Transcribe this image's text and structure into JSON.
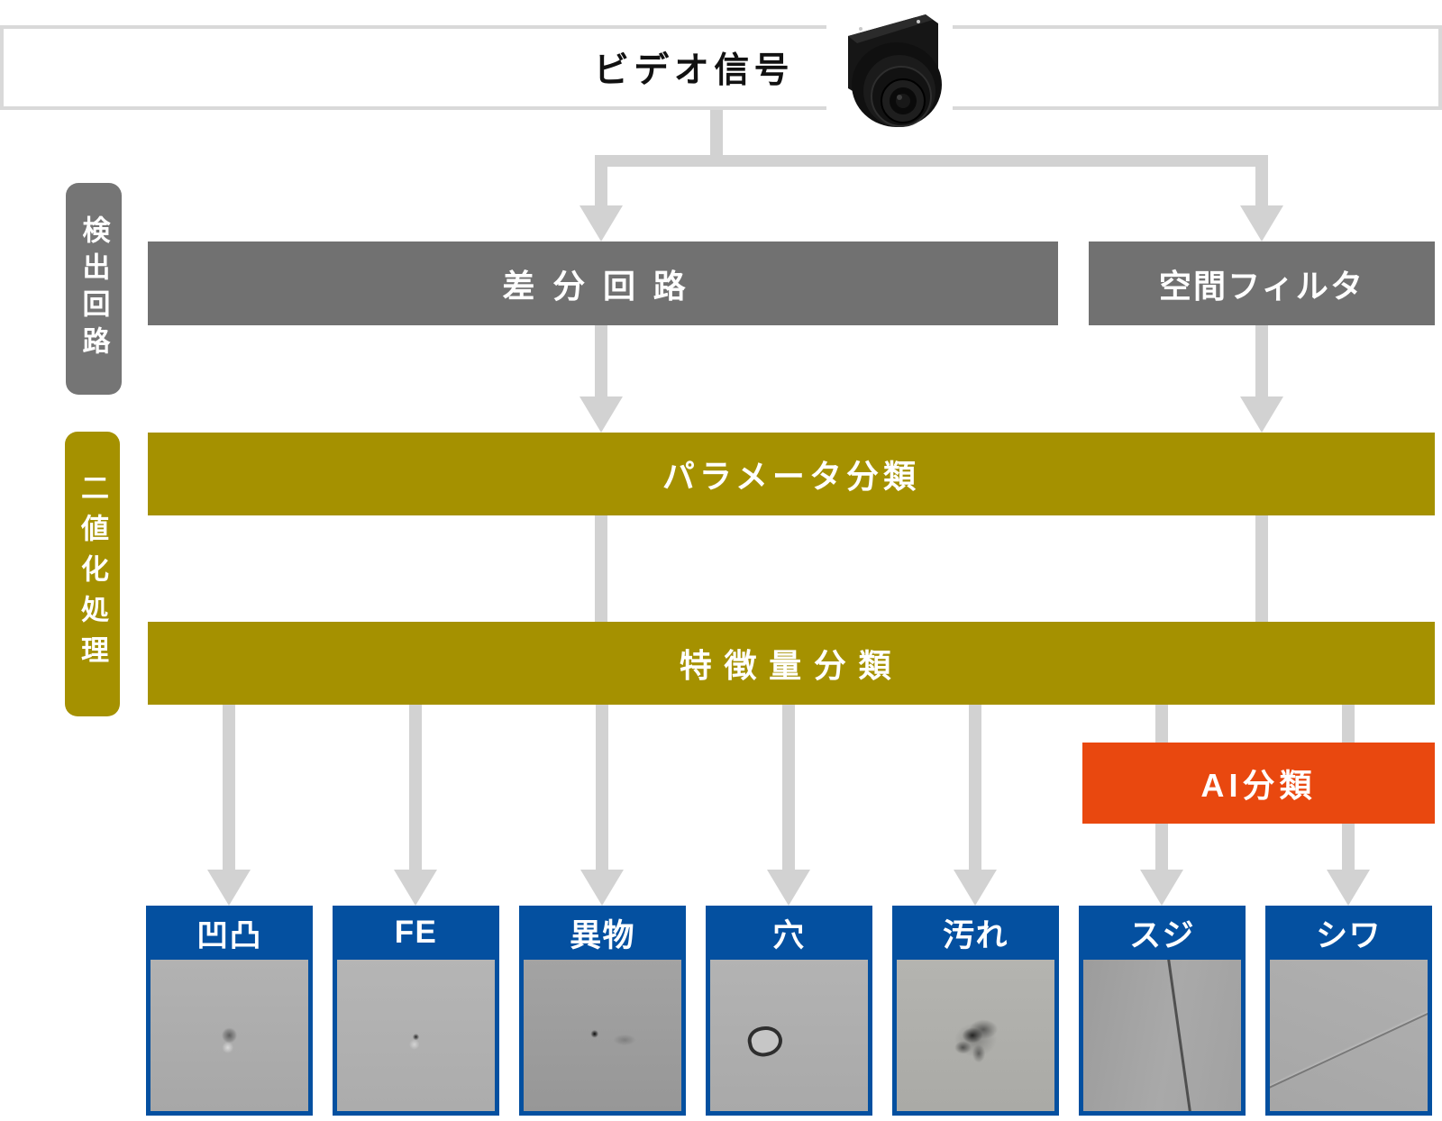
{
  "diagram": {
    "title": "ビデオ信号",
    "side_labels": {
      "detection_circuit": "検出回路",
      "binarization": "二値化処理"
    },
    "stages": {
      "difference_circuit": "差分回路",
      "spatial_filter": "空間フィルタ",
      "parameter_classification": "パラメータ分類",
      "feature_classification": "特徴量分類",
      "ai_classification": "AI分類"
    },
    "defects": [
      {
        "label": "凹凸"
      },
      {
        "label": "FE"
      },
      {
        "label": "異物"
      },
      {
        "label": "穴"
      },
      {
        "label": "汚れ"
      },
      {
        "label": "スジ"
      },
      {
        "label": "シワ"
      }
    ],
    "icons": {
      "camera": "camera-icon"
    },
    "colors": {
      "stage_gray": "#717171",
      "process_olive": "#a59100",
      "ai_orange": "#e9480f",
      "defect_blue": "#0450a0",
      "arrow_gray": "#d2d2d2",
      "frame_border": "#d9d9d9"
    }
  }
}
